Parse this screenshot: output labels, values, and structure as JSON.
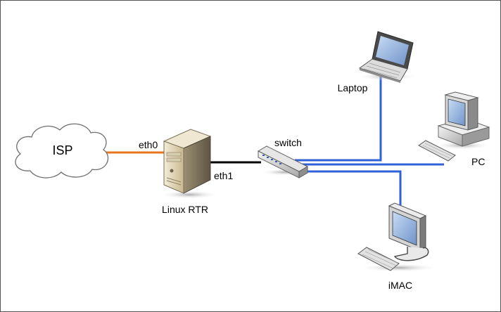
{
  "diagram": {
    "nodes": {
      "isp": {
        "label": "ISP",
        "icon": "cloud-icon"
      },
      "router": {
        "label": "Linux RTR",
        "icon": "server-tower-icon"
      },
      "switch": {
        "label": "switch",
        "icon": "network-switch-icon"
      },
      "laptop": {
        "label": "Laptop",
        "icon": "laptop-icon"
      },
      "pc": {
        "label": "PC",
        "icon": "desktop-pc-icon"
      },
      "imac": {
        "label": "iMAC",
        "icon": "imac-monitor-icon"
      }
    },
    "interfaces": {
      "eth0": "eth0",
      "eth1": "eth1"
    },
    "colors": {
      "wan_link": "#e8761e",
      "router_switch_link": "#000000",
      "lan_links": "#2f62d9"
    }
  }
}
